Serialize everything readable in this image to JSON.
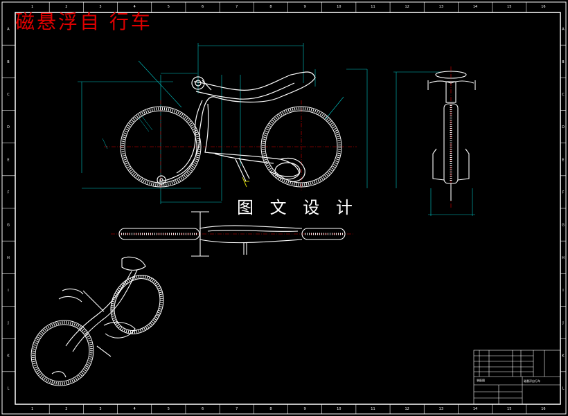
{
  "title": "磁悬浮自 行车",
  "watermark": "图 文 设 计",
  "title_block": {
    "drawing_name": "磁悬浮自行车",
    "part_label": "装配图"
  },
  "colors": {
    "background": "#000000",
    "title": "#e00000",
    "lines": "#ffffff",
    "dimension": "#00c8c8",
    "centerline": "#e00000",
    "accent": "#c8c800"
  },
  "border_marks_top": [
    "1",
    "2",
    "3",
    "4",
    "5",
    "6",
    "7",
    "8",
    "9",
    "10",
    "11",
    "12",
    "13",
    "14",
    "15",
    "16"
  ],
  "border_marks_side": [
    "A",
    "B",
    "C",
    "D",
    "E",
    "F",
    "G",
    "H",
    "I",
    "J",
    "K",
    "L"
  ]
}
